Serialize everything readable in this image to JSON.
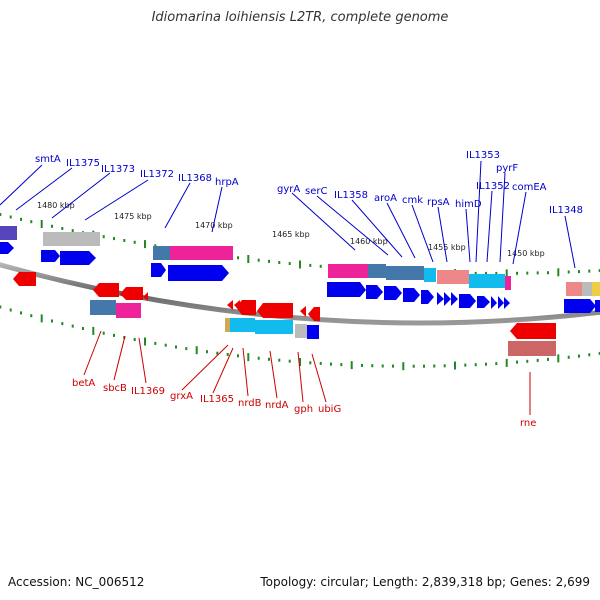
{
  "header": {
    "title": "Idiomarina loihiensis L2TR, complete genome"
  },
  "footer": {
    "accession": "Accession: NC_006512",
    "summary": "Topology: circular; Length: 2,839,318 bp; Genes: 2,699"
  },
  "kbp_labels": [
    "1480 kbp",
    "1475 kbp",
    "1470 kbp",
    "1465 kbp",
    "1460 kbp",
    "1455 kbp",
    "1450 kbp"
  ],
  "top_genes": [
    "smtA",
    "IL1375",
    "IL1373",
    "IL1372",
    "IL1368",
    "hrpA",
    "gyrA",
    "serC",
    "IL1358",
    "aroA",
    "cmk",
    "rpsA",
    "himD",
    "IL1353",
    "IL1352",
    "pyrF",
    "comEA",
    "IL1348"
  ],
  "bottom_genes": [
    "betA",
    "sbcB",
    "IL1369",
    "grxA",
    "IL1365",
    "nrdB",
    "nrdA",
    "gph",
    "ubiG",
    "rne"
  ],
  "colors": {
    "forward_label": "#0000cc",
    "reverse_label": "#cc0000",
    "forward_arrow": "#0000ee",
    "reverse_arrow": "#ee0000",
    "backbone": "#888888",
    "tick": "#228822",
    "cog_magenta": "#ee2299",
    "cog_steelblue": "#4477aa",
    "cog_cyan": "#11bbee",
    "cog_salmon": "#ee8888",
    "cog_gray": "#bbbbbb",
    "cog_purple": "#5544bb"
  }
}
